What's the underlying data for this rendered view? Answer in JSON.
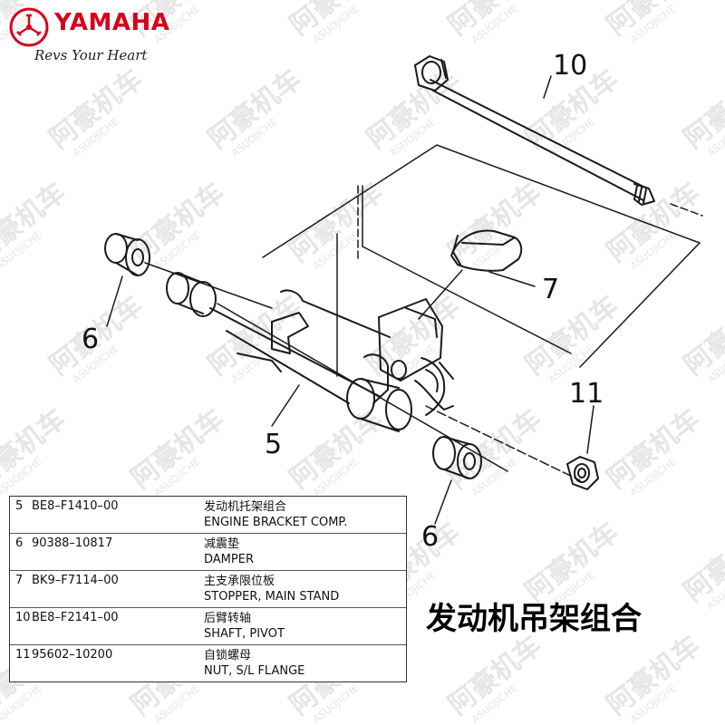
{
  "brand": {
    "name": "YAMAHA",
    "tagline": "Revs Your Heart"
  },
  "callouts": {
    "c10": "10",
    "c7": "7",
    "c6a": "6",
    "c5": "5",
    "c11": "11",
    "c6b": "6"
  },
  "title": "发动机吊架组合",
  "parts": [
    {
      "num": "5",
      "part_no": "BE8–F1410–00",
      "name_cn": "发动机托架组合",
      "name_en": "ENGINE BRACKET COMP."
    },
    {
      "num": "6",
      "part_no": "90388–10817",
      "name_cn": "减震垫",
      "name_en": "DAMPER"
    },
    {
      "num": "7",
      "part_no": "BK9–F7114–00",
      "name_cn": "主支承限位板",
      "name_en": "STOPPER, MAIN STAND"
    },
    {
      "num": "10",
      "part_no": "BE8–F2141–00",
      "name_cn": "后臂转轴",
      "name_en": "SHAFT, PIVOT"
    },
    {
      "num": "11",
      "part_no": "95602–10200",
      "name_cn": "自锁螺母",
      "name_en": "NUT, S/L FLANGE"
    }
  ],
  "watermark": {
    "text": "阿豪机车",
    "sub": "ASUOJICHE"
  },
  "colors": {
    "brand_red": "#d7001b",
    "line": "#1a1a1a",
    "watermark": "#e6e6e6"
  }
}
